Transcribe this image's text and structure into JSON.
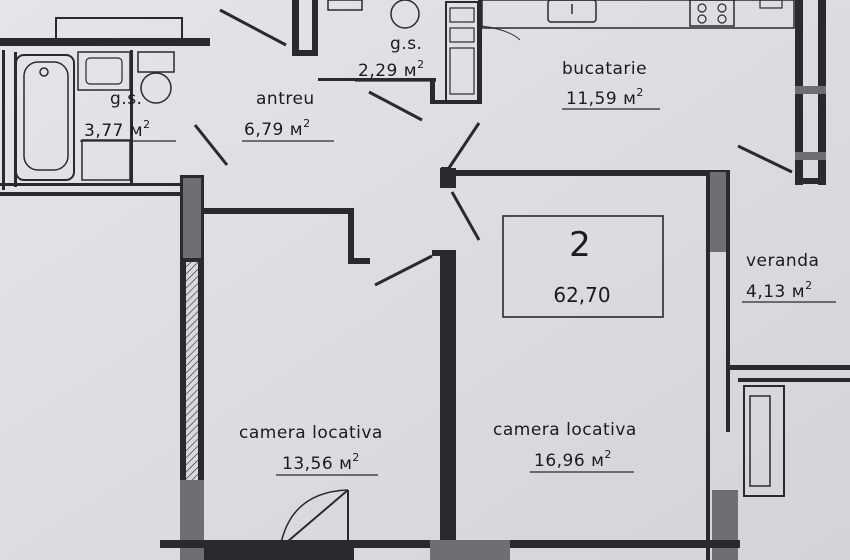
{
  "plan": {
    "unit_label": {
      "number": "2",
      "area": "62,70"
    },
    "rooms": [
      {
        "id": "gs-small",
        "name": "g.s.",
        "area": "2,29 м",
        "sup": "2"
      },
      {
        "id": "gs-bath",
        "name": "g.s.",
        "area": "3,77 м",
        "sup": "2"
      },
      {
        "id": "antreu",
        "name": "antreu",
        "area": "6,79 м",
        "sup": "2"
      },
      {
        "id": "bucatarie",
        "name": "bucatarie",
        "area": "11,59 м",
        "sup": "2"
      },
      {
        "id": "veranda",
        "name": "veranda",
        "area": "4,13 м",
        "sup": "2"
      },
      {
        "id": "camera-1",
        "name": "camera locativa",
        "area": "13,56 м",
        "sup": "2"
      },
      {
        "id": "camera-2",
        "name": "camera locativa",
        "area": "16,96 м",
        "sup": "2"
      }
    ]
  }
}
